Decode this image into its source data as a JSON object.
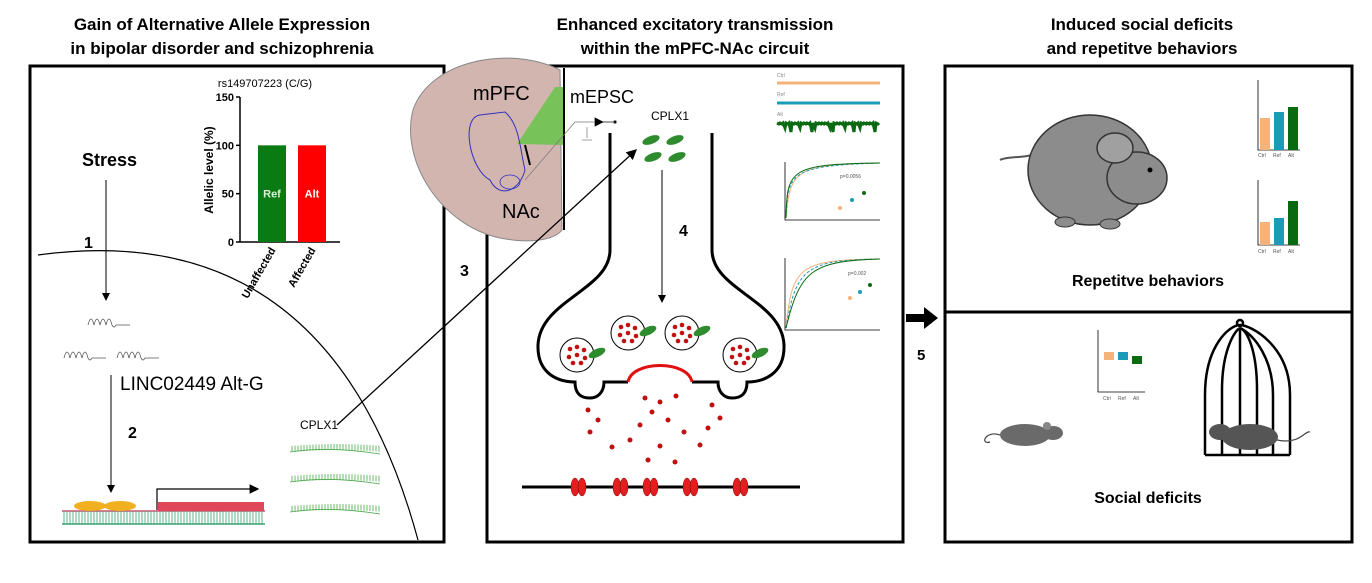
{
  "panel1": {
    "title_line1": "Gain of Alternative Allele Expression",
    "title_line2": "in bipolar disorder and schizophrenia",
    "stress": "Stress",
    "step1": "1",
    "step2": "2",
    "lncrna": "LINC02449 Alt-G",
    "gene": "CPLX1"
  },
  "panel2": {
    "title_line1": "Enhanced excitatory transmission",
    "title_line2": "within the mPFC-NAc circuit",
    "region_mpfc": "mPFC",
    "region_nac": "NAc",
    "recording": "mEPSC",
    "protein": "CPLX1",
    "step3": "3",
    "step4": "4",
    "groups": [
      "Ctrl",
      "Ref",
      "Alt"
    ],
    "p_value_1": "p=0.0056",
    "p_value_2": "p=0.002"
  },
  "panel3": {
    "title_line1": "Induced social deficits",
    "title_line2": "and repetitve behaviors",
    "repetitive_label": "Repetitve behaviors",
    "social_label": "Social deficits",
    "step5": "5",
    "groups": [
      "Ctrl",
      "Ref",
      "Alt"
    ]
  },
  "colors": {
    "ref_green": "#0a7a12",
    "alt_red": "#ff0000",
    "ctrl_orange": "#f5b27a",
    "ref_blue": "#1b9bb8",
    "brain": "#d3b5b0",
    "mpfc_green": "#78c25a",
    "mouse_gray": "#8c8c8c"
  },
  "chart_data": {
    "type": "bar",
    "title": "rs149707223 (C/G)",
    "ylabel": "Allelic level (%)",
    "xlabel": "",
    "categories": [
      "Unaffected",
      "Affected"
    ],
    "values": [
      100,
      100
    ],
    "bar_labels": [
      "Ref",
      "Alt"
    ],
    "bar_colors": [
      "#0a7a12",
      "#ff0000"
    ],
    "ylim": [
      0,
      150
    ],
    "yticks": [
      0,
      50,
      100,
      150
    ],
    "grid": false
  }
}
